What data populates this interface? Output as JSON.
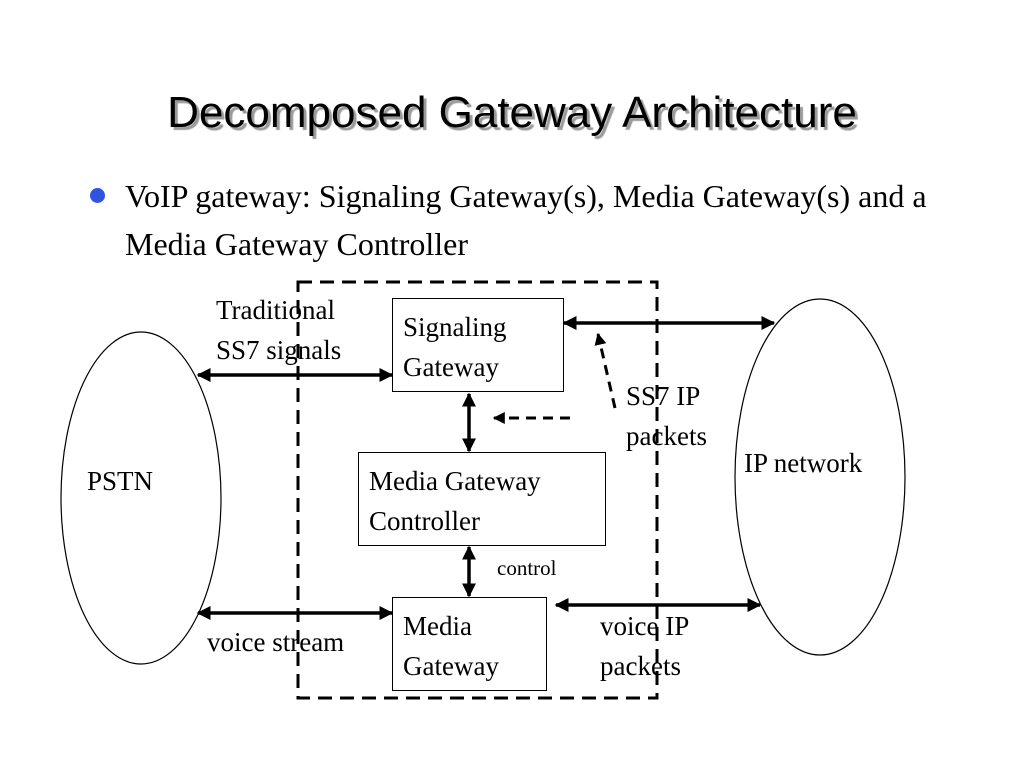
{
  "slide": {
    "title": "Decomposed Gateway Architecture",
    "bullet": "VoIP gateway: Signaling Gateway(s), Media Gateway(s) and a Media Gateway Controller",
    "bullet_color": "#2f55e0"
  },
  "diagram": {
    "nodes": {
      "pstn": "PSTN",
      "ip_network": "IP network",
      "signaling_gateway": [
        "Signaling",
        "Gateway"
      ],
      "media_gateway_controller": [
        "Media Gateway",
        "Controller"
      ],
      "media_gateway": [
        "Media",
        "Gateway"
      ]
    },
    "labels": {
      "traditional_ss7": [
        "Traditional",
        "SS7 signals"
      ],
      "ss7_ip_packets": [
        "SS7 IP",
        "packets"
      ],
      "control": "control",
      "voice_stream": "voice stream",
      "voice_ip_packets": [
        "voice IP",
        "packets"
      ]
    }
  }
}
